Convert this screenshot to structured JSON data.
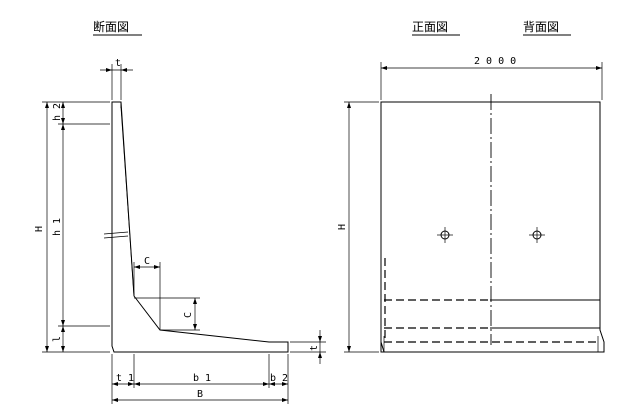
{
  "titles": {
    "section": "断面図",
    "front": "正面図",
    "back": "背面図"
  },
  "dimensions": {
    "t_top": "t",
    "h2": "h 2",
    "h1": "h 1",
    "H_left": "H",
    "l": "l",
    "C_horizontal": "C",
    "C_vertical": "C",
    "t_right": "t",
    "t1": "t 1",
    "b1": "b 1",
    "b2": "b 2",
    "B": "B",
    "width_2000": "2 0 0 0",
    "H_right": "H"
  }
}
